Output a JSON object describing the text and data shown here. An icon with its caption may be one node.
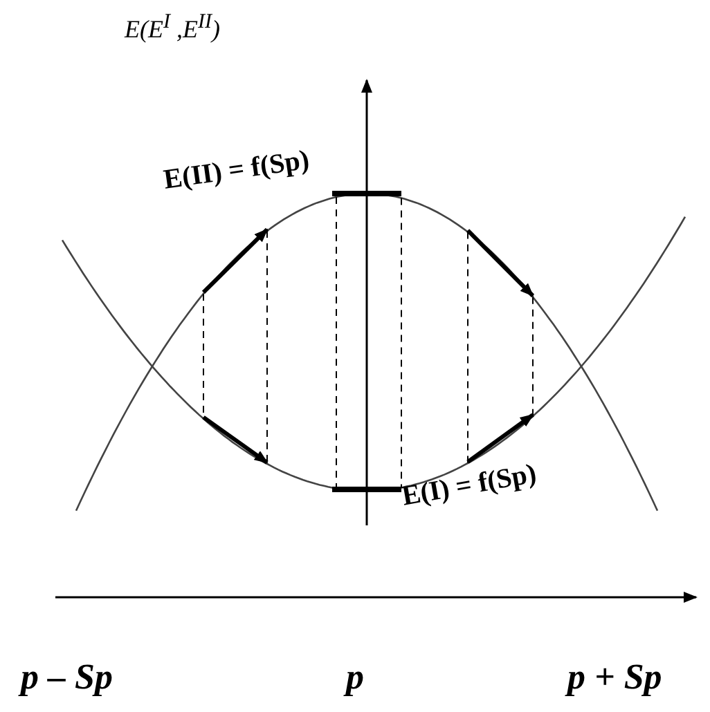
{
  "diagram": {
    "labels": [
      "E(E$^{I}$ ,E$^{II}$)",
      "E(II) = f(Sp)",
      "E(I) = f(Sp)",
      "p – Sp",
      "p",
      "p + Sp"
    ]
  }
}
